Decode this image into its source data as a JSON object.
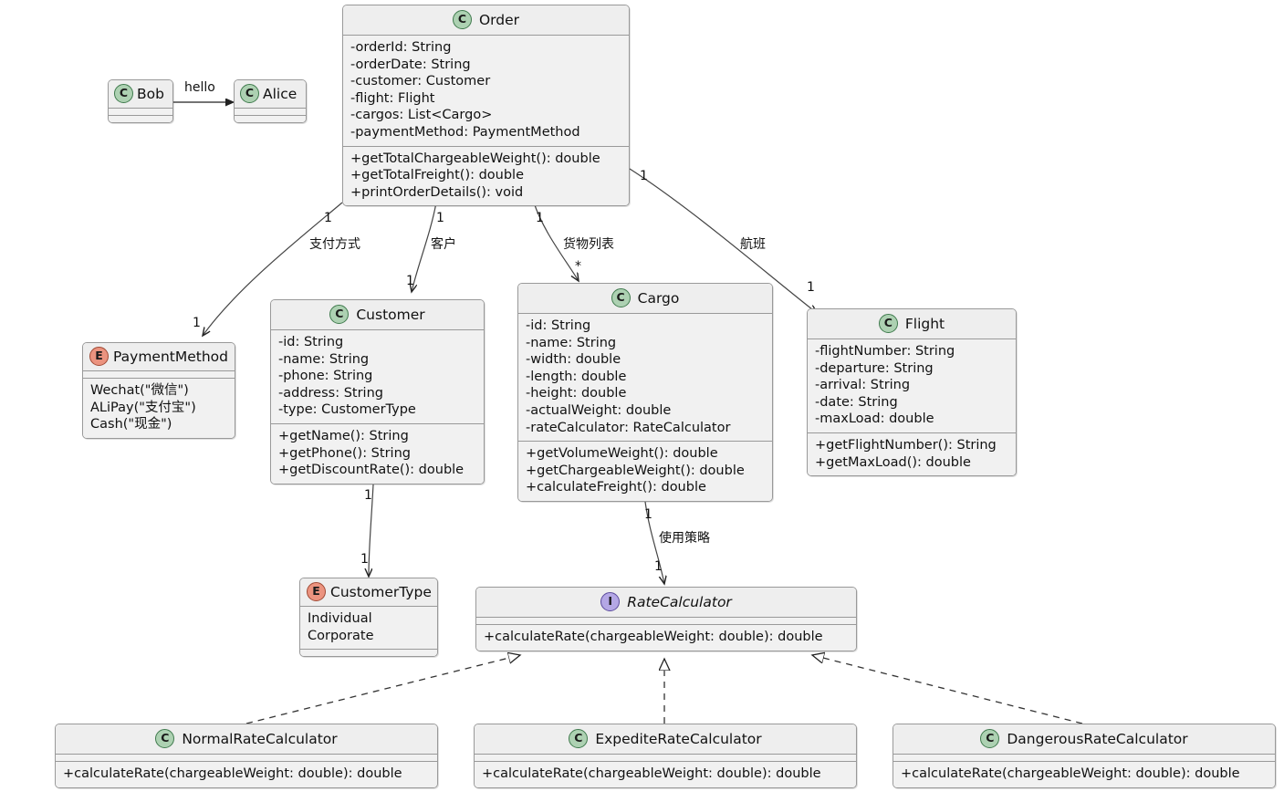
{
  "diagram": {
    "type": "uml-class-diagram",
    "background": "#ffffff",
    "colors": {
      "class_badge": "#ADD1B2",
      "enum_badge": "#EB937F",
      "interface_badge": "#B4A7E5",
      "node_fill": "#f1f1f1",
      "node_header_fill": "#eeeeee",
      "border": "#999999",
      "line": "#222222"
    }
  },
  "nodes": {
    "bob": {
      "stereotype": "C",
      "name": "Bob",
      "attributes": [],
      "methods": []
    },
    "alice": {
      "stereotype": "C",
      "name": "Alice",
      "attributes": [],
      "methods": []
    },
    "order": {
      "stereotype": "C",
      "name": "Order",
      "attributes": [
        "-orderId: String",
        "-orderDate: String",
        "-customer: Customer",
        "-flight: Flight",
        "-cargos: List<Cargo>",
        "-paymentMethod: PaymentMethod"
      ],
      "methods": [
        "+getTotalChargeableWeight(): double",
        "+getTotalFreight(): double",
        "+printOrderDetails(): void"
      ]
    },
    "payment_method": {
      "stereotype": "E",
      "name": "PaymentMethod",
      "values": [
        "Wechat(\"微信\")",
        "ALiPay(\"支付宝\")",
        "Cash(\"现金\")"
      ]
    },
    "customer": {
      "stereotype": "C",
      "name": "Customer",
      "attributes": [
        "-id: String",
        "-name: String",
        "-phone: String",
        "-address: String",
        "-type: CustomerType"
      ],
      "methods": [
        "+getName(): String",
        "+getPhone(): String",
        "+getDiscountRate(): double"
      ]
    },
    "cargo": {
      "stereotype": "C",
      "name": "Cargo",
      "attributes": [
        "-id: String",
        "-name: String",
        "-width: double",
        "-length: double",
        "-height: double",
        "-actualWeight: double",
        "-rateCalculator: RateCalculator"
      ],
      "methods": [
        "+getVolumeWeight(): double",
        "+getChargeableWeight(): double",
        "+calculateFreight(): double"
      ]
    },
    "flight": {
      "stereotype": "C",
      "name": "Flight",
      "attributes": [
        "-flightNumber: String",
        "-departure: String",
        "-arrival: String",
        "-date: String",
        "-maxLoad: double"
      ],
      "methods": [
        "+getFlightNumber(): String",
        "+getMaxLoad(): double"
      ]
    },
    "customer_type": {
      "stereotype": "E",
      "name": "CustomerType",
      "values": [
        "Individual",
        "Corporate"
      ]
    },
    "rate_calculator": {
      "stereotype": "I",
      "name": "RateCalculator",
      "italic": true,
      "methods": [
        "+calculateRate(chargeableWeight: double): double"
      ]
    },
    "normal_rate_calculator": {
      "stereotype": "C",
      "name": "NormalRateCalculator",
      "methods": [
        "+calculateRate(chargeableWeight: double): double"
      ]
    },
    "expedite_rate_calculator": {
      "stereotype": "C",
      "name": "ExpediteRateCalculator",
      "methods": [
        "+calculateRate(chargeableWeight: double): double"
      ]
    },
    "dangerous_rate_calculator": {
      "stereotype": "C",
      "name": "DangerousRateCalculator",
      "methods": [
        "+calculateRate(chargeableWeight: double): double"
      ]
    }
  },
  "edges": {
    "bob_alice": {
      "label": "hello",
      "kind": "message"
    },
    "order_payment": {
      "label": "支付方式",
      "source_mult": "1",
      "target_mult": "1",
      "kind": "association"
    },
    "order_customer": {
      "label": "客户",
      "source_mult": "1",
      "target_mult": "1",
      "kind": "association"
    },
    "order_cargo": {
      "label": "货物列表",
      "source_mult": "1",
      "target_mult": "*",
      "kind": "association"
    },
    "order_flight": {
      "label": "航班",
      "source_mult": "1",
      "target_mult": "1",
      "kind": "association"
    },
    "customer_customertype": {
      "label": "",
      "source_mult": "1",
      "target_mult": "1",
      "kind": "association"
    },
    "cargo_ratecalculator": {
      "label": "使用策略",
      "source_mult": "1",
      "target_mult": "1",
      "kind": "association"
    },
    "normal_impl": {
      "kind": "realization"
    },
    "expedite_impl": {
      "kind": "realization"
    },
    "dangerous_impl": {
      "kind": "realization"
    }
  }
}
